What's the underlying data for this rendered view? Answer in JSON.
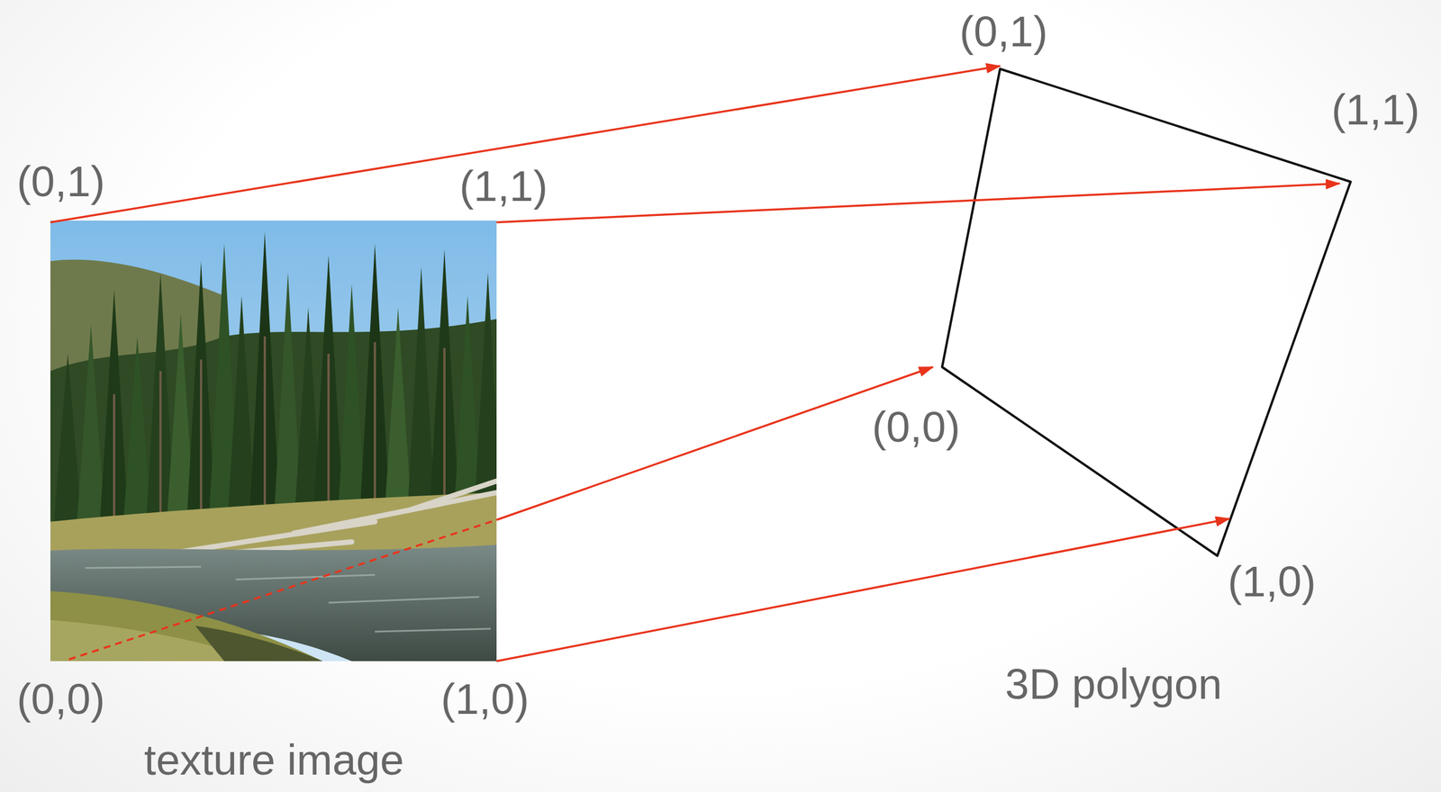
{
  "diagram": {
    "labels": [
      "(0,1)",
      "(1,1)",
      "(0,0)",
      "(1,0)",
      "texture image",
      "(0,1)",
      "(1,1)",
      "(0,0)",
      "(1,0)",
      "3D polygon"
    ]
  }
}
